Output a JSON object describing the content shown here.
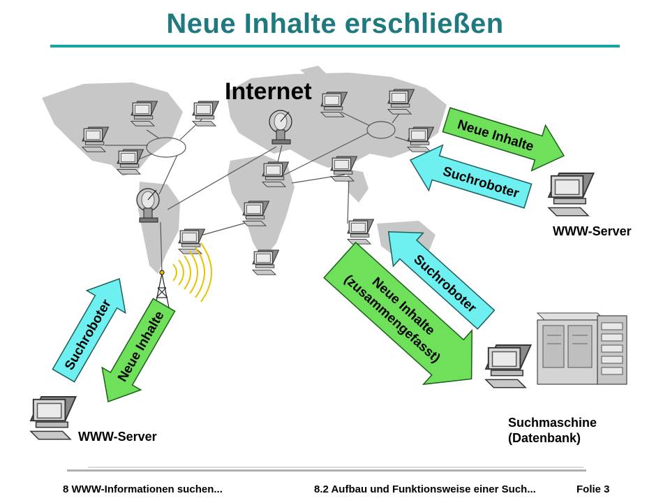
{
  "slide": {
    "title": "Neue Inhalte erschließen",
    "internet_label": "Internet",
    "server_label_right": "WWW-Server",
    "server_label_left": "WWW-Server",
    "search_engine_line1": "Suchmaschine",
    "search_engine_line2": "(Datenbank)"
  },
  "arrows": {
    "new_content_top": "Neue Inhalte",
    "robot_top": "Suchroboter",
    "robot_mid": "Suchroboter",
    "new_content_mid_line1": "Neue Inhalte",
    "new_content_mid_line2": "(zusammengefasst)",
    "robot_left": "Suchroboter",
    "new_content_left": "Neue Inhalte"
  },
  "footer": {
    "left": "8 WWW-Informationen suchen...",
    "middle": "8.2 Aufbau und Funktionsweise einer Such...",
    "right": "Folie 3"
  },
  "colors": {
    "title": "#1f7a80",
    "rule": "#19a5a0",
    "arrow_green": "#6fe05a",
    "arrow_cyan": "#6ff0f0",
    "map": "#c7c7c7"
  }
}
